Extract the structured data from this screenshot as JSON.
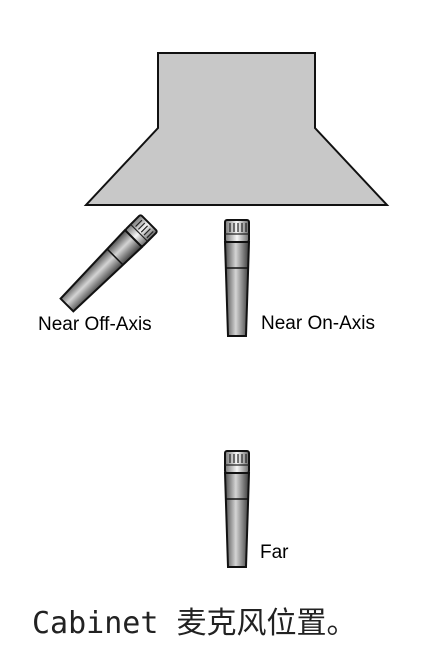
{
  "diagram": {
    "nodes": [
      {
        "id": "cabinet",
        "label": ""
      },
      {
        "id": "mic-near-off-axis",
        "label": "Near Off-Axis"
      },
      {
        "id": "mic-near-on-axis",
        "label": "Near On-Axis"
      },
      {
        "id": "mic-far",
        "label": "Far"
      }
    ]
  },
  "caption": "Cabinet 麦克风位置。",
  "colors": {
    "cabinet_fill": "#c8c8c8",
    "outline": "#111111",
    "mic_dark": "#3a3a3a",
    "mic_light": "#d0d0d0",
    "grille": "#f4f4f4"
  }
}
